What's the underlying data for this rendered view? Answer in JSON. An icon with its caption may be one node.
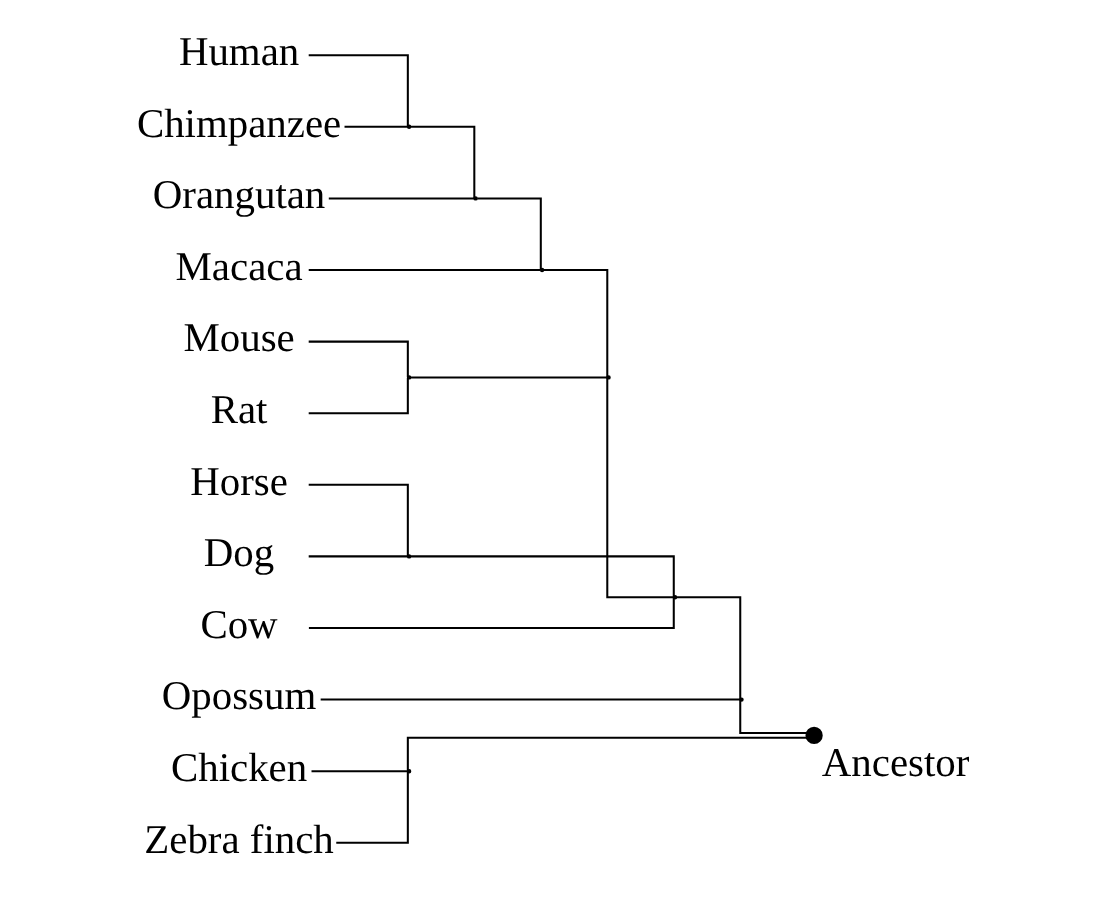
{
  "diagram": {
    "nodes": [
      {
        "text": [
          "Human"
        ]
      },
      {
        "text": [
          "Chimpanzee"
        ]
      },
      {
        "text": [
          "Orangutan"
        ]
      },
      {
        "text": [
          "Macaca"
        ]
      },
      {
        "text": [
          "Mouse"
        ]
      },
      {
        "text": [
          "Rat"
        ]
      },
      {
        "text": [
          "Horse"
        ]
      },
      {
        "text": [
          "Dog"
        ]
      },
      {
        "text": [
          "Cow"
        ]
      },
      {
        "text": [
          "Opossum"
        ]
      },
      {
        "text": [
          "Chicken"
        ]
      },
      {
        "text": [
          "Zebra finch"
        ]
      },
      {
        "text": [
          "Ancestor"
        ]
      },
      {
        "text": [],
        "shape": "point"
      },
      {
        "text": [],
        "shape": "point"
      },
      {
        "text": [],
        "shape": "point"
      },
      {
        "text": [],
        "shape": "point"
      },
      {
        "text": [],
        "shape": "point"
      },
      {
        "text": [],
        "shape": "point"
      },
      {
        "text": [],
        "shape": "point"
      },
      {
        "text": [],
        "shape": "point"
      },
      {
        "text": [],
        "shape": "point"
      }
    ],
    "edges": [
      {
        "from": 12,
        "to": 20,
        "arrow": "none"
      },
      {
        "from": 12,
        "to": 21,
        "arrow": "none"
      },
      {
        "from": 20,
        "to": 19,
        "arrow": "none"
      },
      {
        "from": 20,
        "to": 9,
        "arrow": "none"
      },
      {
        "from": 19,
        "to": 17,
        "arrow": "none"
      },
      {
        "from": 19,
        "to": 18,
        "arrow": "none"
      },
      {
        "from": 19,
        "to": 8,
        "arrow": "none"
      },
      {
        "from": 17,
        "to": 15,
        "arrow": "none"
      },
      {
        "from": 17,
        "to": 16,
        "arrow": "none"
      },
      {
        "from": 15,
        "to": 14,
        "arrow": "none"
      },
      {
        "from": 15,
        "to": 3,
        "arrow": "none"
      },
      {
        "from": 14,
        "to": 13,
        "arrow": "none"
      },
      {
        "from": 14,
        "to": 2,
        "arrow": "none"
      },
      {
        "from": 13,
        "to": 0,
        "arrow": "none"
      },
      {
        "from": 13,
        "to": 1,
        "arrow": "none"
      },
      {
        "from": 16,
        "to": 4,
        "arrow": "none"
      },
      {
        "from": 16,
        "to": 5,
        "arrow": "none"
      },
      {
        "from": 18,
        "to": 6,
        "arrow": "none"
      },
      {
        "from": 18,
        "to": 7,
        "arrow": "none"
      },
      {
        "from": 21,
        "to": 10,
        "arrow": "none"
      },
      {
        "from": 21,
        "to": 11,
        "arrow": "none"
      }
    ]
  }
}
